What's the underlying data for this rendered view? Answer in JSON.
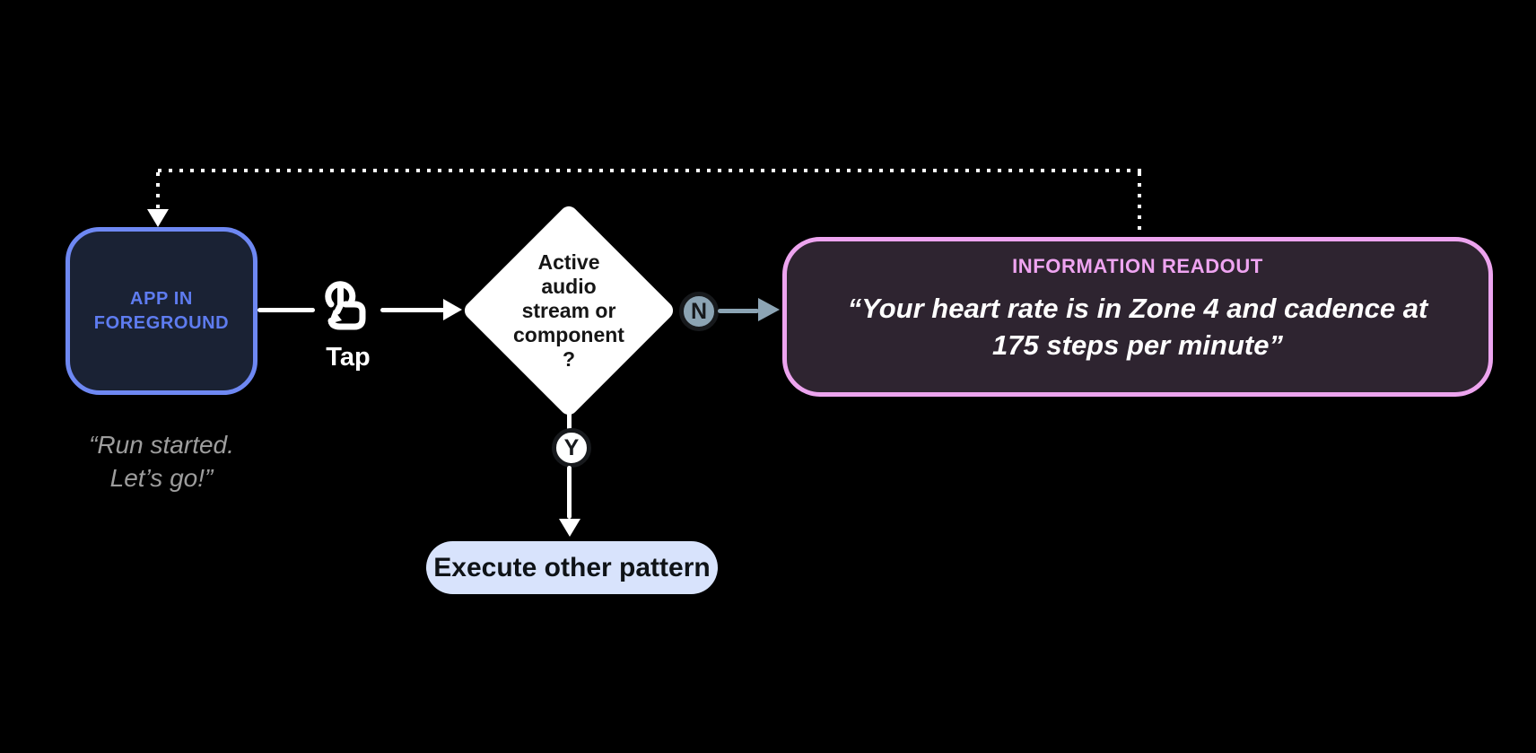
{
  "colors": {
    "background": "#000000",
    "app_node_border": "#6e88f3",
    "app_node_fill": "#1a2234",
    "app_node_text": "#5e7cf0",
    "caption_text": "#9d9d9d",
    "diamond_fill": "#ffffff",
    "diamond_text": "#161616",
    "no_badge_fill": "#8ca4b4",
    "badge_ring": "#17191c",
    "readout_border": "#eda4ef",
    "readout_fill": "#2e2430",
    "readout_title_text": "#efa4f1",
    "readout_body_text": "#ffffff",
    "pill_fill": "#d8e3fc",
    "pill_text": "#0f1317",
    "connector_white": "#ffffff",
    "connector_slate": "#8ca4b4"
  },
  "flow": {
    "app_node": {
      "line1": "APP IN",
      "line2": "FOREGROUND"
    },
    "app_caption": {
      "line1": "“Run started.",
      "line2": "Let’s go!”"
    },
    "tap_label": "Tap",
    "decision": {
      "lines": [
        "Active",
        "audio",
        "stream or",
        "component",
        "?"
      ]
    },
    "no_badge": "N",
    "yes_badge": "Y",
    "readout": {
      "title": "INFORMATION READOUT",
      "line1": "“Your heart rate is in Zone 4 and cadence at",
      "line2": "175 steps per minute”"
    },
    "other_pattern_label": "Execute other pattern",
    "icons": {
      "tap": "tap-gesture-icon"
    }
  }
}
